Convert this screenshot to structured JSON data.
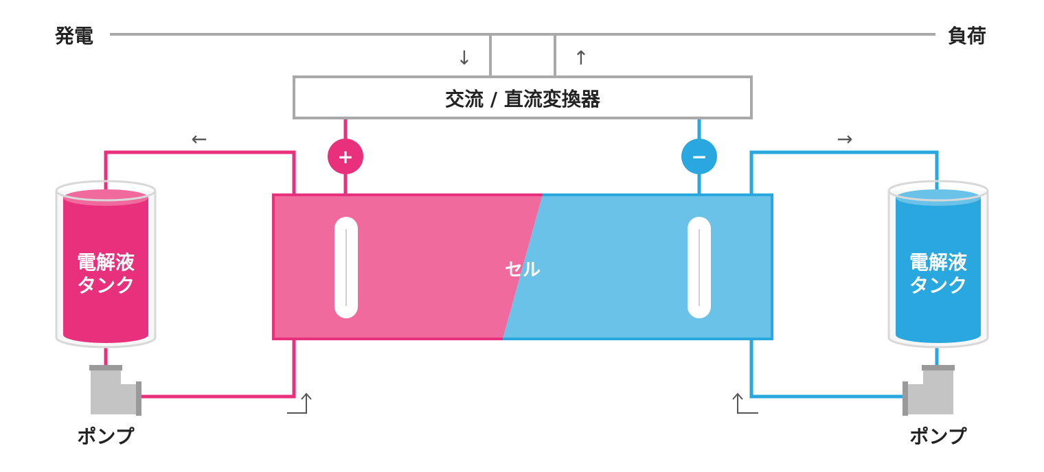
{
  "labels": {
    "generation": "発電",
    "load": "負荷",
    "converter": "交流 / 直流変換器",
    "cell": "セル",
    "tank_left_line1": "電解液",
    "tank_left_line2": "タンク",
    "tank_right_line1": "電解液",
    "tank_right_line2": "タンク",
    "pump_left": "ポンプ",
    "pump_right": "ポンプ",
    "positive": "+",
    "negative": "−"
  },
  "arrows": {
    "down": "↓",
    "up": "↑",
    "left": "←",
    "right": "→",
    "corner_up_left": "↑",
    "corner_up_right": "↑"
  },
  "colors": {
    "positive": "#e8307c",
    "positive_light": "#f06a9e",
    "negative": "#29a7df",
    "negative_light": "#6ac2e9",
    "wire": "#a9a9a9",
    "pump": "#c4c4c4"
  }
}
